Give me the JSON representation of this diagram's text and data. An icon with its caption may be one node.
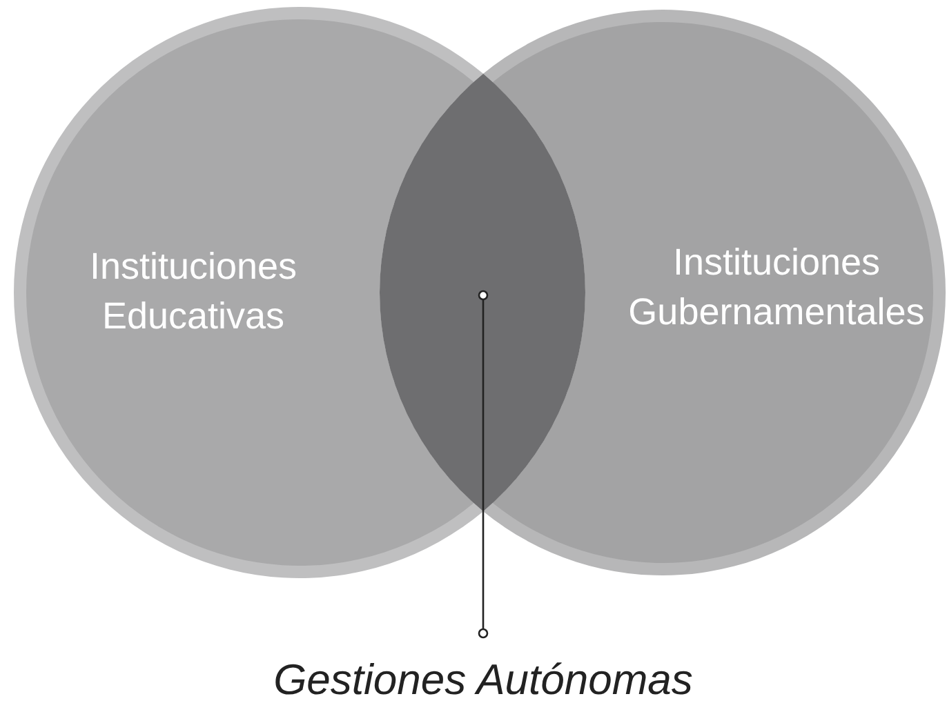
{
  "diagram": {
    "nodes": [
      {
        "text": [
          "Instituciones Educativas"
        ]
      },
      {
        "text": [
          "Instituciones Gubernamentales"
        ]
      },
      {
        "text": [],
        "shape": "lens"
      },
      {
        "text": [
          "Gestiones Autónomas"
        ]
      }
    ],
    "edges": [
      {
        "from": 3,
        "to": 2,
        "arrow": "other"
      }
    ]
  }
}
